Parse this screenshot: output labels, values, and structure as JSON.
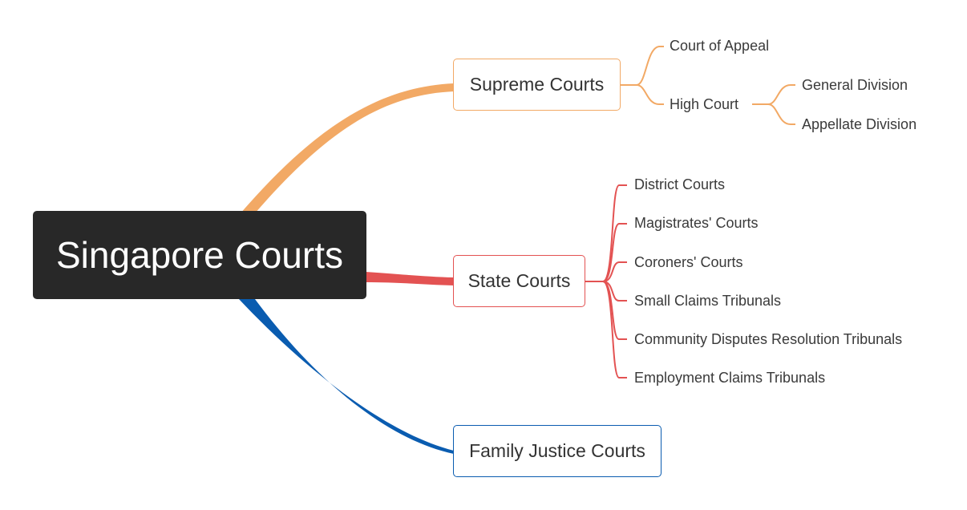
{
  "central": {
    "label": "Singapore Courts"
  },
  "branches": [
    {
      "label": "Supreme Courts",
      "color": "#f2a965",
      "children": [
        {
          "label": "Court of Appeal",
          "children": []
        },
        {
          "label": "High Court",
          "children": [
            {
              "label": "General Division"
            },
            {
              "label": "Appellate Division"
            }
          ]
        }
      ]
    },
    {
      "label": "State Courts",
      "color": "#e35252",
      "children": [
        {
          "label": "District Courts"
        },
        {
          "label": "Magistrates' Courts"
        },
        {
          "label": "Coroners' Courts"
        },
        {
          "label": "Small Claims Tribunals"
        },
        {
          "label": "Community Disputes Resolution Tribunals"
        },
        {
          "label": "Employment Claims Tribunals"
        }
      ]
    },
    {
      "label": "Family Justice Courts",
      "color": "#0a5cb0",
      "children": []
    }
  ]
}
